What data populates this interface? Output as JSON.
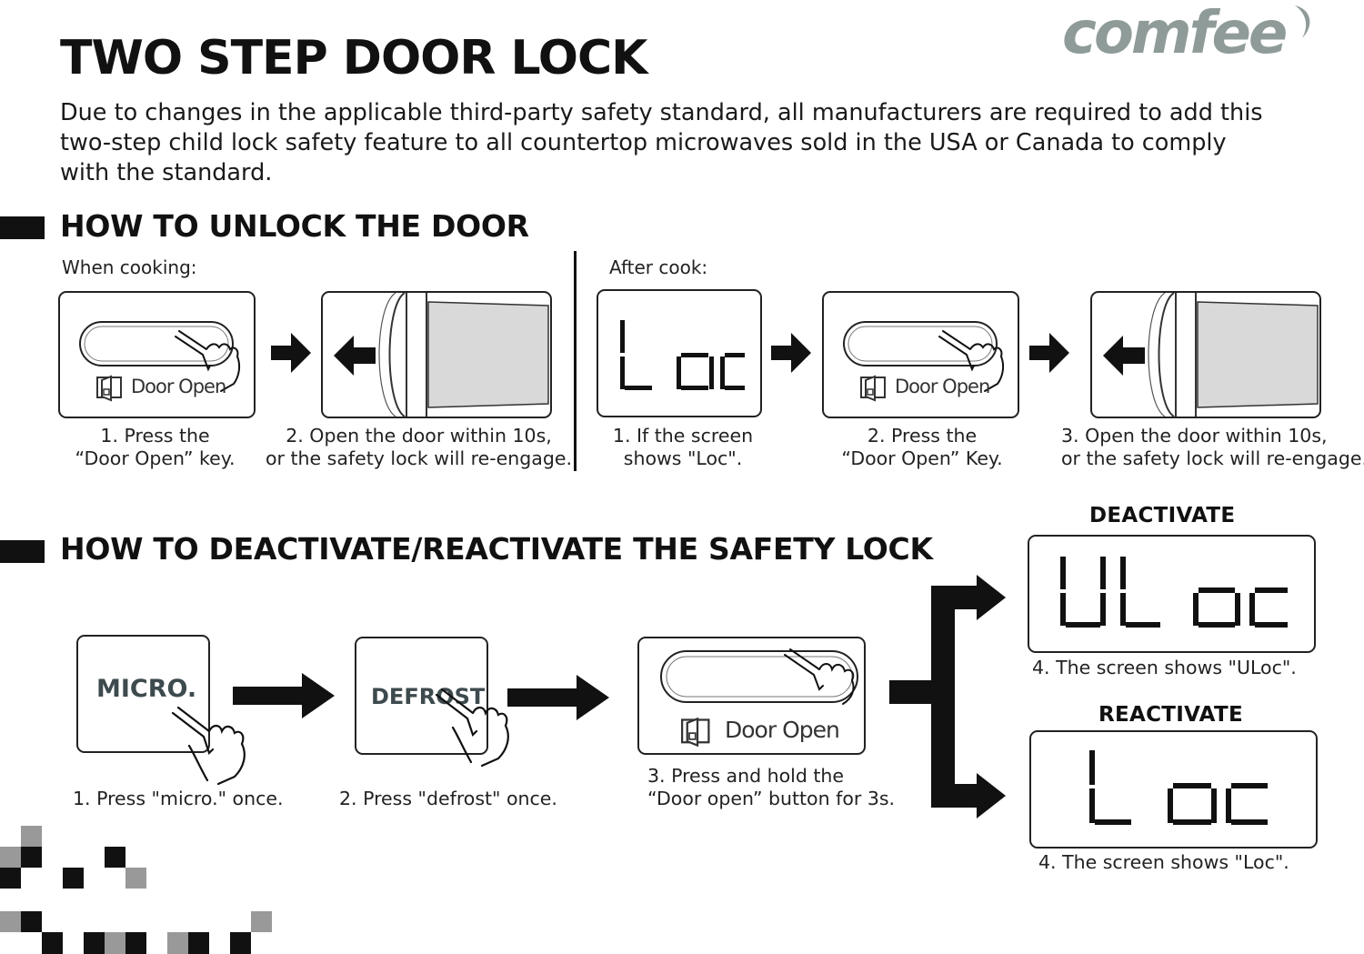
{
  "brand": {
    "logo_text": "comfee"
  },
  "title": "TWO STEP DOOR LOCK",
  "intro": "Due to changes in the applicable third-party safety standard, all manufacturers are required to add this two-step child lock safety feature to all countertop microwaves sold in the USA or Canada to comply with the standard.",
  "unlock": {
    "heading": "HOW TO UNLOCK THE DOOR",
    "when_cooking": {
      "label": "When cooking:",
      "steps": [
        {
          "line1": "1. Press the",
          "line2": "“Door Open” key.",
          "button_label": "Door Open"
        },
        {
          "line1": "2. Open the door within 10s,",
          "line2": "or the safety lock will re-engage."
        }
      ]
    },
    "after_cook": {
      "label": "After cook:",
      "steps": [
        {
          "line1": "1. If the screen",
          "line2": "shows \"Loc\".",
          "display": "Loc"
        },
        {
          "line1": "2. Press the",
          "line2": "“Door Open” Key.",
          "button_label": "Door Open"
        },
        {
          "line1": "3. Open the door within 10s,",
          "line2": "or the safety lock will re-engage."
        }
      ]
    }
  },
  "deactivate": {
    "heading": "HOW TO DEACTIVATE/REACTIVATE THE SAFETY LOCK",
    "steps": [
      {
        "line1": "1. Press \"micro.\" once.",
        "key_label": "MICRO."
      },
      {
        "line1": "2. Press \"defrost\" once.",
        "key_label": "DEFROST"
      },
      {
        "line1": "3. Press and hold the",
        "line2": "“Door open” button for 3s.",
        "button_label": "Door Open"
      }
    ],
    "outcomes": [
      {
        "heading": "DEACTIVATE",
        "display": "ULoc",
        "caption": "4. The screen shows \"ULoc\"."
      },
      {
        "heading": "REACTIVATE",
        "display": "Loc",
        "caption": "4. The screen shows \"Loc\"."
      }
    ]
  },
  "colors": {
    "logo": "#8f9b99",
    "text": "#111111",
    "door_glass": "#d9d9d9"
  }
}
